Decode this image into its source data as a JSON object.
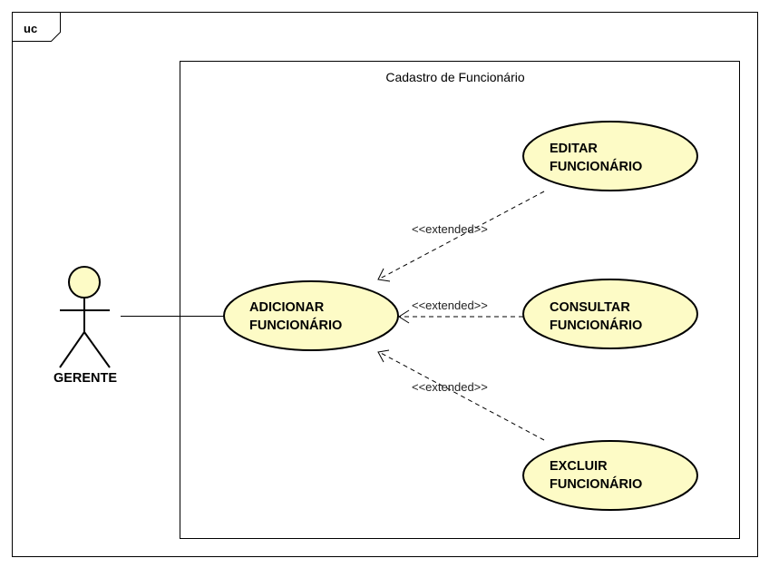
{
  "frame": {
    "label": "uc"
  },
  "system": {
    "title": "Cadastro de Funcionário"
  },
  "actor": {
    "name": "GERENTE"
  },
  "use_cases": {
    "adicionar": {
      "line1": "ADICIONAR",
      "line2": "FUNCIONÁRIO"
    },
    "editar": {
      "line1": "EDITAR",
      "line2": "FUNCIONÁRIO"
    },
    "consultar": {
      "line1": "CONSULTAR",
      "line2": "FUNCIONÁRIO"
    },
    "excluir": {
      "line1": "EXCLUIR",
      "line2": "FUNCIONÁRIO"
    }
  },
  "relations": {
    "editar_extend": "<<extended>>",
    "consultar_extend": "<<extended>>",
    "excluir_extend": "<<extended>>"
  },
  "colors": {
    "use_case_fill": "#fdfbc6",
    "actor_fill": "#fdfbc6",
    "stroke": "#000000"
  }
}
